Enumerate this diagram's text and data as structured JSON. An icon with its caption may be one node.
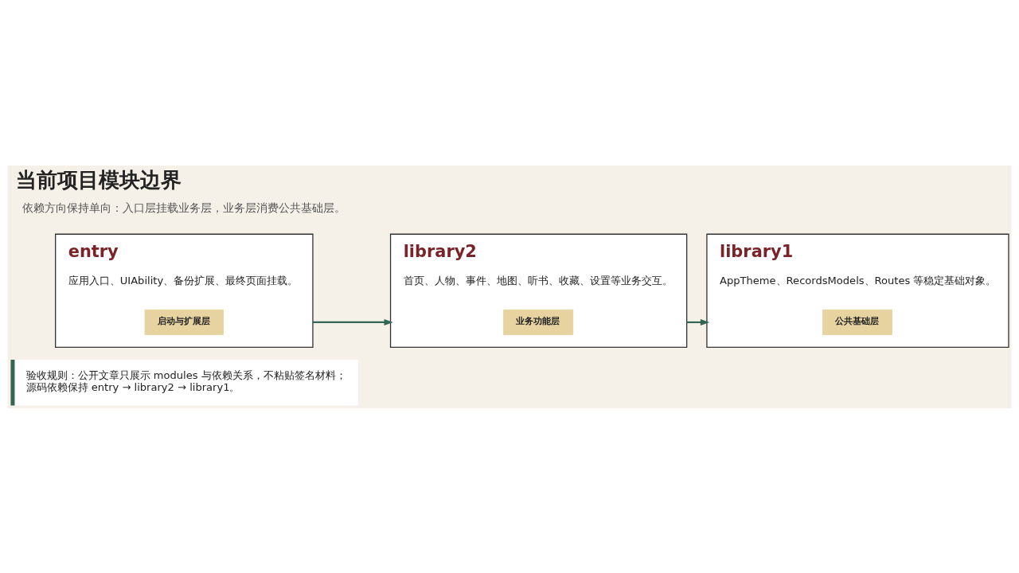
{
  "diagram": {
    "title": "当前项目模块边界",
    "nodes": [
      {
        "text": [
          "entry",
          "应用入口、UIAbility、备份扩展、最终页面挂载。"
        ]
      },
      {
        "text": [
          "启动与扩展层"
        ],
        "in": 0
      },
      {
        "text": [
          "library2",
          "首页、人物、事件、地图、听书、收藏、设置等业务交互。"
        ]
      },
      {
        "text": [
          "业务功能层"
        ],
        "in": 2
      },
      {
        "text": [
          "library1",
          "AppTheme、RecordsModels、Routes 等稳定基础对象。"
        ]
      },
      {
        "text": [
          "公共基础层"
        ],
        "in": 4
      },
      {
        "text": [
          "验收规则：公开文章只展示 modules 与依赖关系，不粘贴签名材料；",
          "源码依赖保持 entry → library2 → library1。"
        ]
      }
    ],
    "edges": [
      {
        "from": 0,
        "to": 2,
        "arrow": "to"
      },
      {
        "from": 2,
        "to": 4,
        "arrow": "to"
      }
    ],
    "labels": [
      "依赖方向保持单向：入口层挂载业务层，业务层消费公共基础层。"
    ]
  }
}
